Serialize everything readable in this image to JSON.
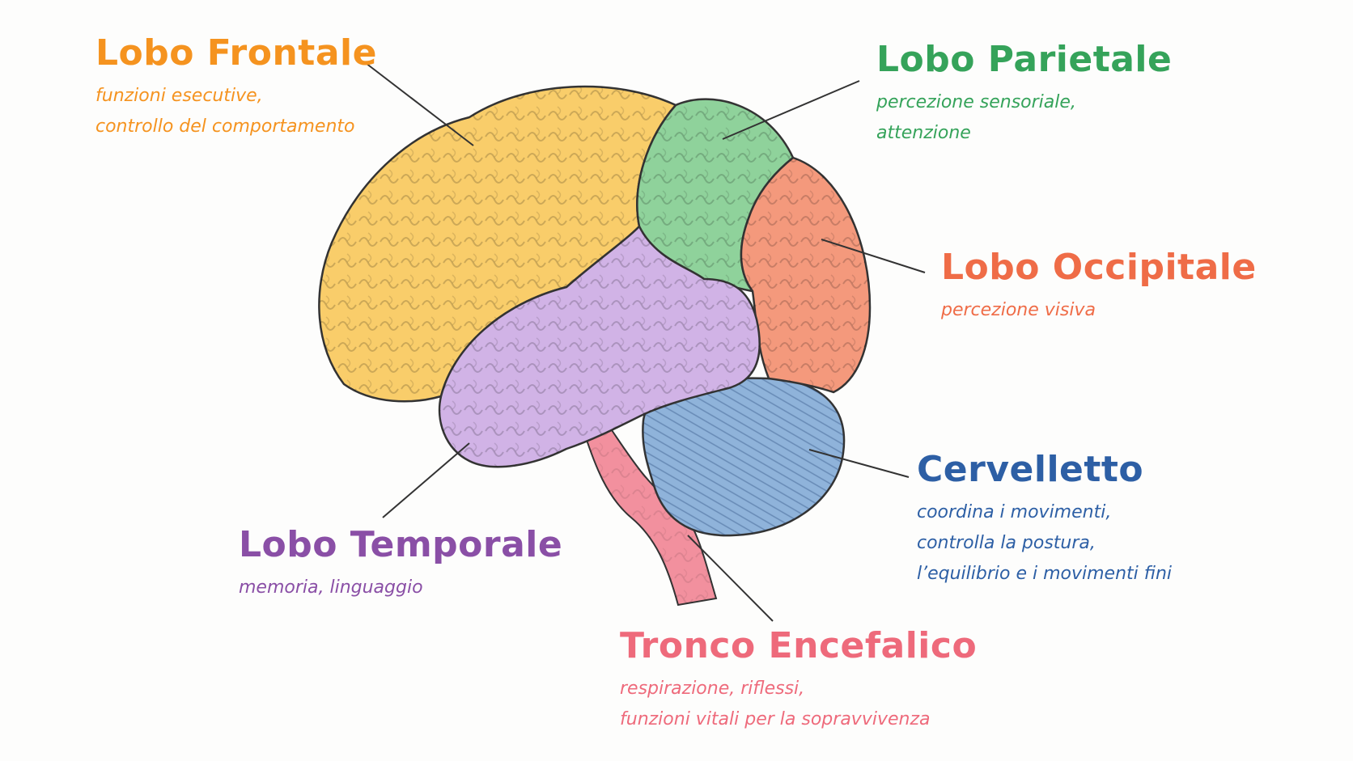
{
  "colors": {
    "frontal": "#f5931f",
    "parietal": "#35a35a",
    "occipital": "#ef6c47",
    "temporal": "#8a4fa6",
    "cerebellum": "#2d5fa5",
    "brainstem": "#ee6a7b"
  },
  "regions": {
    "frontal": {
      "name": "Lobo Frontale",
      "desc": [
        "funzioni esecutive,",
        "controllo del comportamento"
      ]
    },
    "parietal": {
      "name": "Lobo Parietale",
      "desc": [
        "percezione sensoriale,",
        "attenzione"
      ]
    },
    "occipital": {
      "name": "Lobo Occipitale",
      "desc": [
        "percezione visiva"
      ]
    },
    "temporal": {
      "name": "Lobo Temporale",
      "desc": [
        "memoria, linguaggio"
      ]
    },
    "cerebellum": {
      "name": "Cervelletto",
      "desc": [
        "coordina i movimenti,",
        "controlla la postura,",
        "l’equilibrio e i movimenti fini"
      ]
    },
    "brainstem": {
      "name": "Tronco Encefalico",
      "desc": [
        "respirazione, riflessi,",
        "funzioni vitali per la sopravvivenza"
      ]
    }
  }
}
